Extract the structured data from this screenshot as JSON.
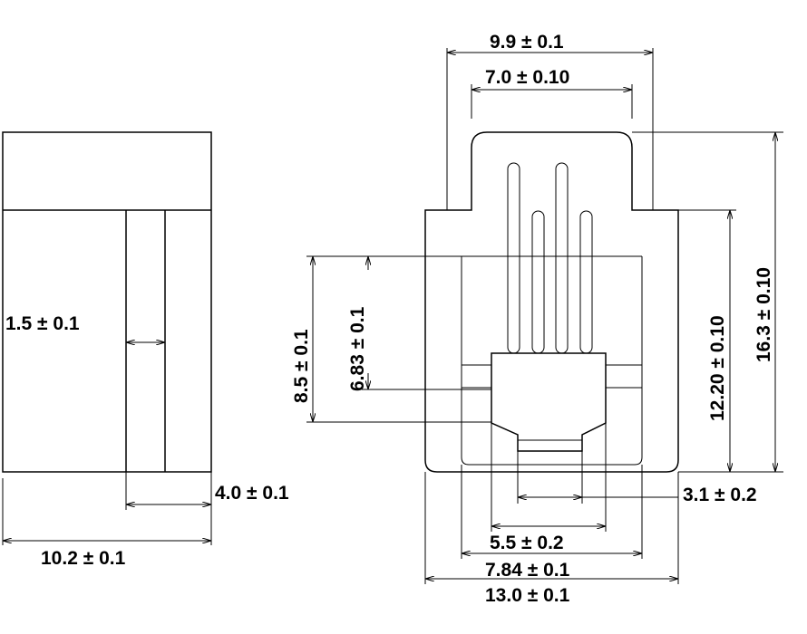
{
  "drawing": {
    "side_view": {
      "wall_thickness": "1.5 ± 0.1",
      "inner_width": "4.0 ± 0.1",
      "overall_width": "10.2 ± 0.1"
    },
    "front_view": {
      "top_width": "9.9 ± 0.1",
      "top_inner_width": "7.0 ± 0.10",
      "overall_height": "16.3 ± 0.10",
      "body_height": "12.20 ± 0.10",
      "pin_height": "8.5 ± 0.1",
      "pin_offset": "6.83 ± 0.1",
      "center_width": "3.1 ± 0.2",
      "base_width": "5.5 ± 0.2",
      "opening_width": "7.84 ± 0.1",
      "overall_width": "13.0 ± 0.1"
    }
  }
}
